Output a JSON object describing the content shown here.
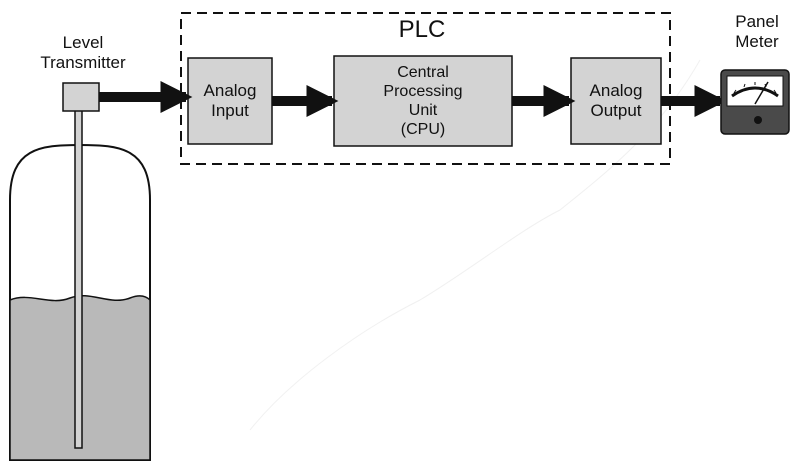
{
  "labels": {
    "level_transmitter": "Level\nTransmitter",
    "plc": "PLC",
    "analog_input": "Analog\nInput",
    "cpu": "Central\nProcessing\nUnit\n(CPU)",
    "analog_output": "Analog\nOutput",
    "panel_meter": "Panel\nMeter"
  },
  "colors": {
    "box_fill": "#d3d3d3",
    "liquid_fill": "#b9b9b9",
    "stroke": "#111111",
    "meter_body": "#4a4a4a",
    "meter_face": "#ffffff"
  },
  "icons": {
    "tank": "tank-icon",
    "transmitter": "transmitter-icon",
    "meter": "panel-meter-icon"
  }
}
